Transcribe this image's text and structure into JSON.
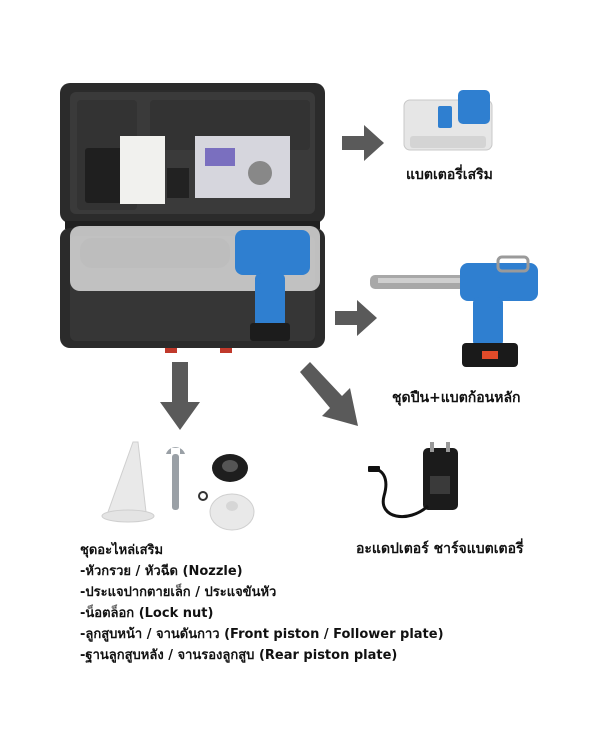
{
  "labels": {
    "spare_battery": "แบตเตอรี่เสริม",
    "gun_set": "ชุดปืน+แบตก้อนหลัก",
    "adapter": "อะแดปเตอร์ ชาร์จแบตเตอรี่"
  },
  "parts": {
    "title": "ชุดอะไหล่เสริม",
    "items": [
      "-หัวกรวย / หัวฉีด (Nozzle)",
      "-ประแจปากตายเล็ก / ประแจขันหัว",
      "-น็อตล็อก (Lock nut)",
      "-ลูกสูบหน้า / จานดันกาว (Front piston / Follower plate)",
      "-ฐานลูกสูบหลัง / จานรองลูกสูบ (Rear piston plate)"
    ]
  },
  "colors": {
    "tool_blue": "#2f7fd0",
    "case_black": "#2a2a2a",
    "arrow_gray": "#5a5a5a",
    "part_white": "#e9e9e9"
  }
}
